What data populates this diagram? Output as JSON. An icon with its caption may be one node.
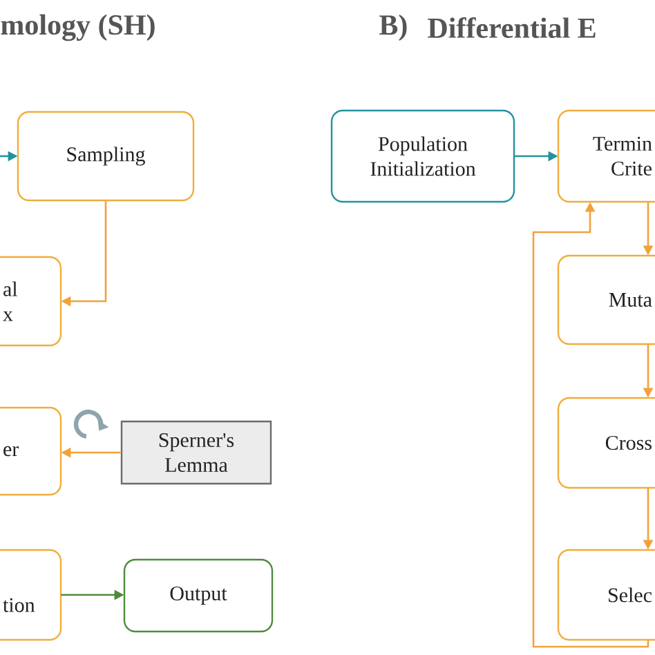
{
  "diagram": {
    "nodes": [
      {
        "text": [
          "Sampling"
        ]
      },
      {
        "text": [
          "al x"
        ]
      },
      {
        "text": [
          "er"
        ]
      },
      {
        "text": [
          "Sperner's Lemma"
        ]
      },
      {
        "text": [
          "tion"
        ]
      },
      {
        "text": [
          "Output"
        ]
      },
      {
        "text": [
          "Population Initialization"
        ]
      },
      {
        "text": [
          "Termin Crite"
        ]
      },
      {
        "text": [
          "Muta"
        ]
      },
      {
        "text": [
          "Cross"
        ]
      },
      {
        "text": [
          "Selec"
        ]
      }
    ],
    "edges": [
      {
        "from": null,
        "to": 0,
        "arrow": "to",
        "color": "#21939f"
      },
      {
        "from": 0,
        "to": 1,
        "arrow": "to"
      },
      {
        "from": 3,
        "to": 2,
        "arrow": "to"
      },
      {
        "from": 4,
        "to": 5,
        "arrow": "to",
        "color": "#4e8a3e"
      },
      {
        "from": 6,
        "to": 7,
        "arrow": "to",
        "color": "#21939f"
      },
      {
        "from": 7,
        "to": 8,
        "arrow": "to"
      },
      {
        "from": 8,
        "to": 9,
        "arrow": "to"
      },
      {
        "from": 9,
        "to": 10,
        "arrow": "to"
      },
      {
        "from": 10,
        "to": 7,
        "arrow": "to"
      }
    ],
    "labels": [
      "mology (SH)",
      "B)",
      "Differential E"
    ]
  }
}
